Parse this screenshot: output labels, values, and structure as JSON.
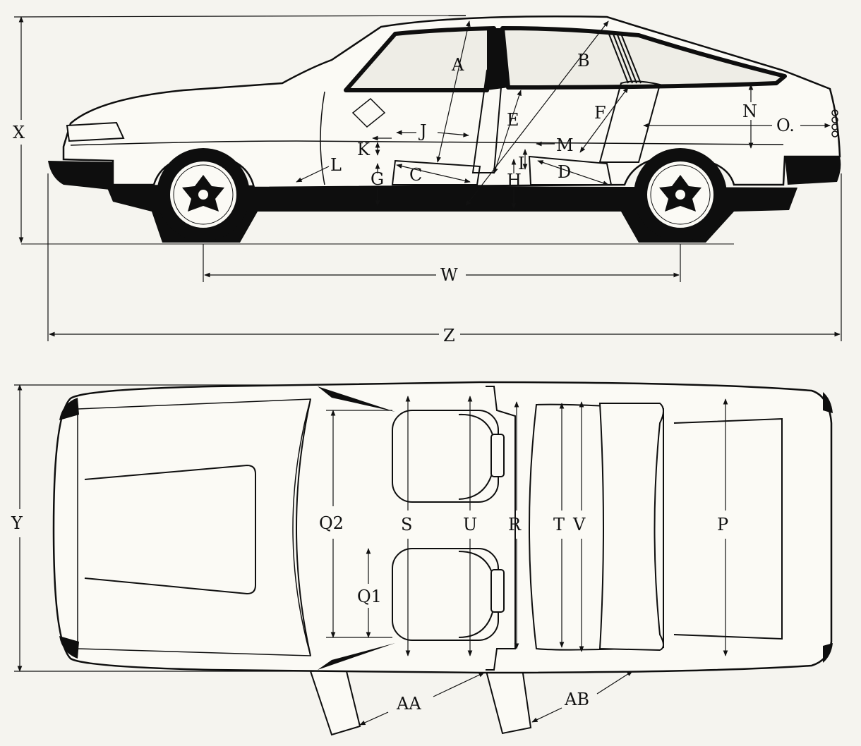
{
  "colors": {
    "paper": "#f5f4ef",
    "ink": "#0e0e0e",
    "body": "#fbfaf5",
    "glass": "#eeede6"
  },
  "side_view": {
    "labels": {
      "A": "A",
      "B": "B",
      "C": "C",
      "D": "D",
      "E": "E",
      "F": "F",
      "G": "G",
      "H": "H",
      "I": "I",
      "J": "J",
      "K": "K",
      "L": "L",
      "M": "M",
      "N": "N",
      "O": "O.",
      "W": "W",
      "X": "X",
      "Z": "Z"
    }
  },
  "top_view": {
    "labels": {
      "Y": "Y",
      "P": "P",
      "Q2": "Q2",
      "Q1": "Q1",
      "R": "R",
      "S": "S",
      "T": "T",
      "U": "U",
      "V": "V",
      "AA": "AA",
      "AB": "AB"
    }
  }
}
